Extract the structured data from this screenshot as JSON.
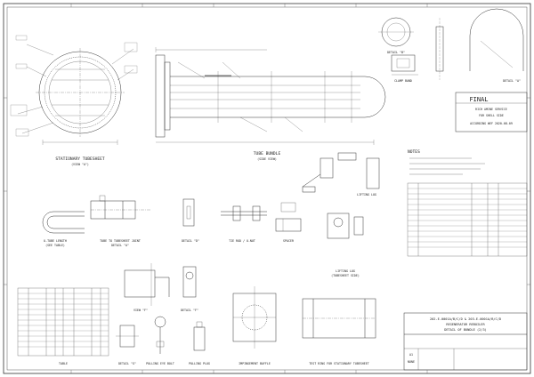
{
  "views": {
    "stationary_tubesheet": {
      "title": "STATIONARY TUBESHEET",
      "sub": "(VIEW \"A\")"
    },
    "tube_bundle": {
      "title": "TUBE BUNDLE",
      "sub": "(SIDE VIEW)"
    },
    "clamp_band": {
      "title": "CLAMP BAND"
    },
    "detail_a": {
      "title": "DETAIL \"A\""
    },
    "detail_b": {
      "title": "DETAIL \"B\""
    },
    "u_tube_length": {
      "title": "U-TUBE LENGTH",
      "sub": "(SEE TABLE)"
    },
    "tube_to_tubesheet": {
      "title": "TUBE TO TUBESHEET JOINT",
      "sub": "DETAIL \"A\""
    },
    "detail_d": {
      "title": "DETAIL \"D\""
    },
    "tie_rod": {
      "title": "TIE ROD / U-NUT"
    },
    "spacer": {
      "title": "SPACER"
    },
    "lifting_lug_top": {
      "title": "LIFTING LUG"
    },
    "lifting_lug": {
      "title": "LIFTING LUG",
      "sub": "(TUBESHEET SIDE)"
    },
    "view_f": {
      "title": "VIEW \"F\""
    },
    "detail_f": {
      "title": "DETAIL \"F\""
    },
    "table": {
      "title": "TABLE"
    },
    "detail_g": {
      "title": "DETAIL \"G\""
    },
    "pulling_eye_bolt": {
      "title": "PULLING EYE BOLT"
    },
    "pulling_plug": {
      "title": "PULLING PLUG"
    },
    "impingement_baffle": {
      "title": "IMPINGEMENT BAFFLE"
    },
    "test_ring": {
      "title": "TEST RING FOR STATIONARY TUBESHEET"
    }
  },
  "notes": {
    "heading": "NOTES"
  },
  "stamp": {
    "final": "FINAL",
    "line1": "RICH AMINE SERVICE",
    "line2": "FOR SHELL SIDE",
    "line3": "ACCORDING WEF 2020-08-09"
  },
  "title_block": {
    "line1": "202-E-0001A/B/C/D & 203-E-0001A/B/C/D",
    "line2": "REGENERATOR REBOILER",
    "line3": "DETAIL OF BUNDLE (2/3)",
    "sheet": "A1",
    "scale": "NONE"
  }
}
